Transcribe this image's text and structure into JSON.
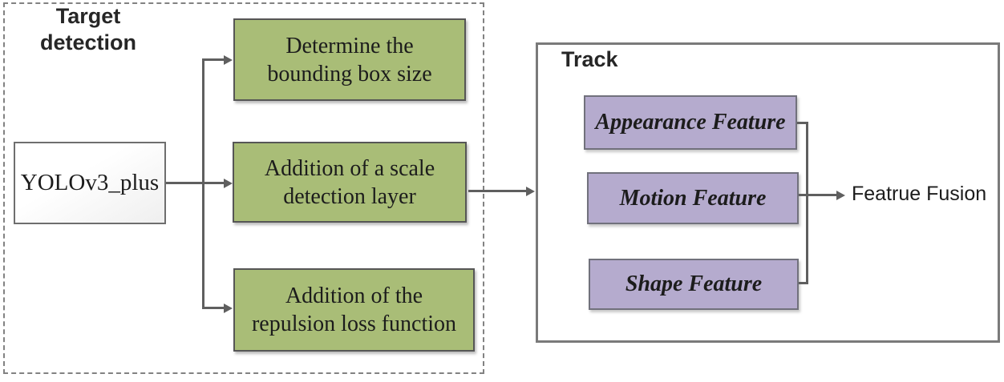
{
  "target_detection": {
    "title": "Target detection",
    "source_box": "YOLOv3_plus",
    "steps": [
      {
        "line1": "Determine the",
        "line2": "bounding box size"
      },
      {
        "line1": "Addition of a scale",
        "line2": "detection layer"
      },
      {
        "line1": "Addition of the",
        "line2": "repulsion loss function"
      }
    ]
  },
  "track": {
    "title": "Track",
    "features": [
      "Appearance Feature",
      "Motion Feature",
      "Shape Feature"
    ],
    "fusion_label": "Featrue Fusion"
  },
  "colors": {
    "step_fill": "#a9bd77",
    "step_border": "#565656",
    "feature_fill": "#b5abce",
    "feature_border": "#71717c",
    "connector": "#5f5f5f",
    "text": "#1c1c1c"
  }
}
